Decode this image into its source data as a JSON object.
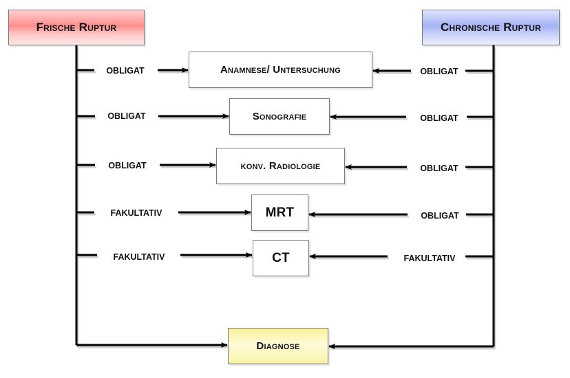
{
  "diagram": {
    "headers": {
      "left": "Frische Ruptur",
      "right": "Chronische Ruptur",
      "left_color": "#ff8e8e",
      "right_color": "#a5b3f5"
    },
    "steps": [
      {
        "name": "Anamnese/ Untersuchung",
        "left_label": "OBLIGAT",
        "right_label": "OBLIGAT"
      },
      {
        "name": "Sonografie",
        "left_label": "OBLIGAT",
        "right_label": "OBLIGAT"
      },
      {
        "name": "konv. Radiologie",
        "left_label": "OBLIGAT",
        "right_label": "OBLIGAT"
      },
      {
        "name": "MRT",
        "left_label": "FAKULTATIV",
        "right_label": "OBLIGAT"
      },
      {
        "name": "CT",
        "left_label": "FAKULTATIV",
        "right_label": "FAKULTATIV"
      }
    ],
    "result": {
      "name": "Diagnose",
      "color": "#f8f29a"
    }
  }
}
